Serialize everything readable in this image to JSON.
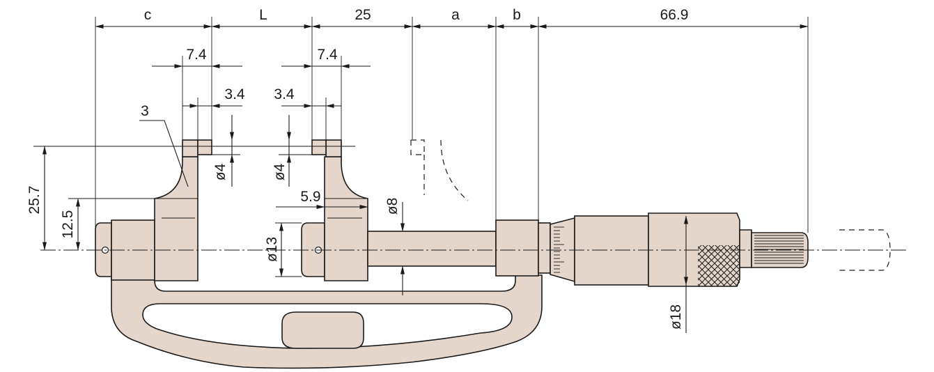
{
  "colors": {
    "body_fill": "#e5d6cc",
    "line": "#1a1a1a",
    "background": "#ffffff"
  },
  "dimensions": {
    "c": "c",
    "L": "L",
    "d25": "25",
    "a": "a",
    "b": "b",
    "d66_9": "66.9",
    "d7_4_left": "7.4",
    "d7_4_right": "7.4",
    "d3_4_left": "3.4",
    "d3_4_right": "3.4",
    "dia4_left": "ø4",
    "dia4_right": "ø4",
    "d5_9": "5.9",
    "dia8": "ø8",
    "dia13": "ø13",
    "dia18": "ø18",
    "d25_7": "25.7",
    "d12_5": "12.5",
    "callout_3": "3"
  }
}
